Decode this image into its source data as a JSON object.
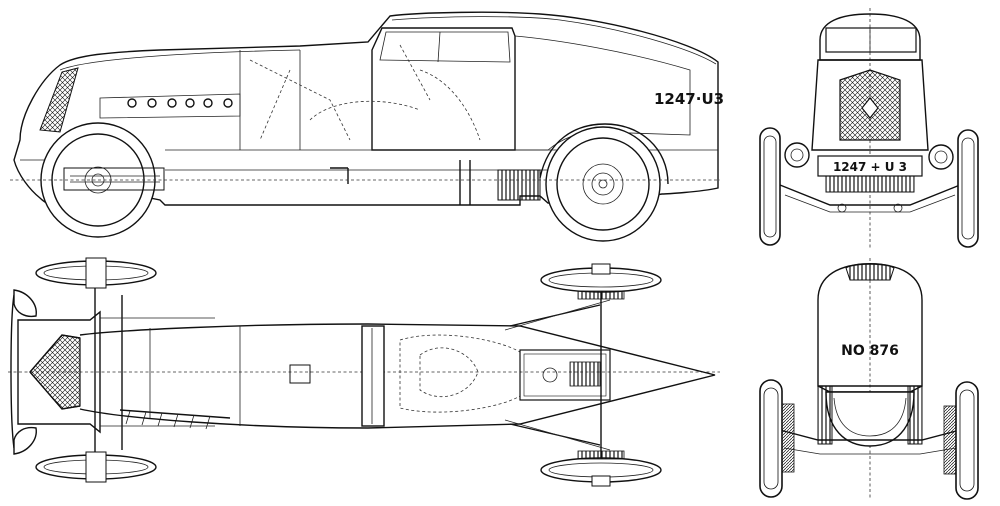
{
  "side_view": {
    "plate": "1247·U3"
  },
  "front_view": {
    "plate": "1247 + U 3"
  },
  "rear_view": {
    "plate": "NO 876"
  }
}
